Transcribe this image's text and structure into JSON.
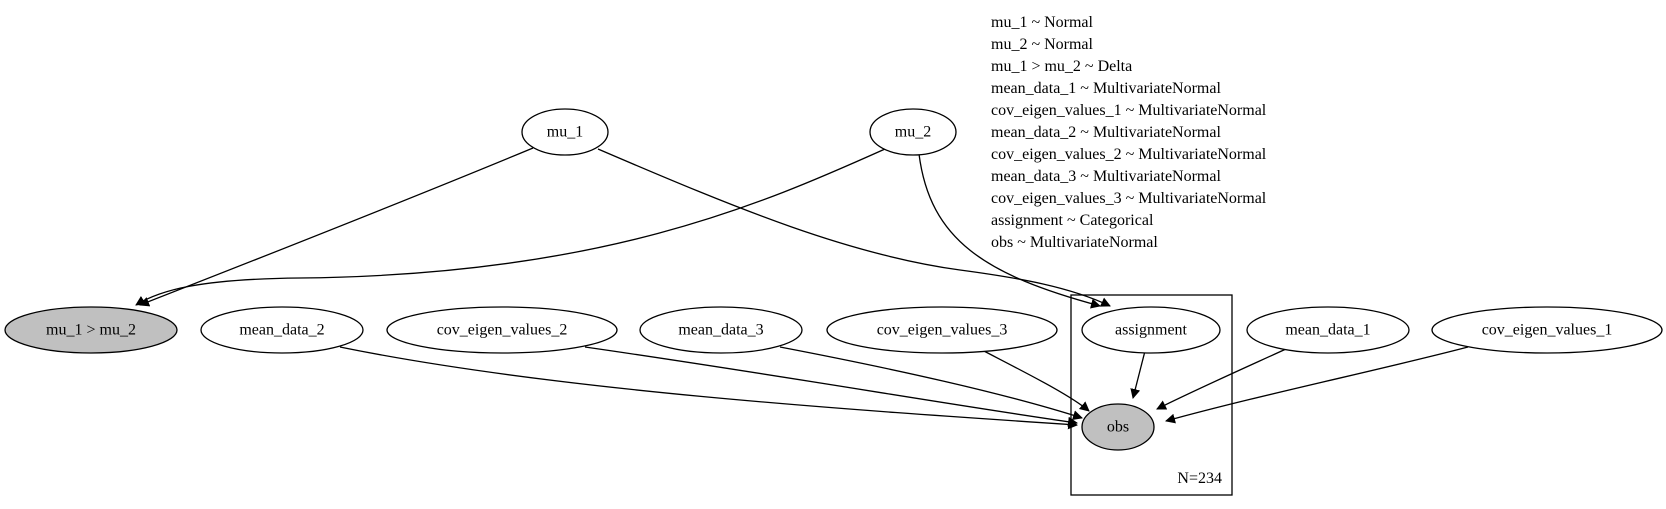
{
  "legend": [
    "mu_1 ~ Normal",
    "mu_2 ~ Normal",
    "mu_1 > mu_2 ~ Delta",
    "mean_data_1 ~ MultivariateNormal",
    "cov_eigen_values_1 ~ MultivariateNormal",
    "mean_data_2 ~ MultivariateNormal",
    "cov_eigen_values_2 ~ MultivariateNormal",
    "mean_data_3 ~ MultivariateNormal",
    "cov_eigen_values_3 ~ MultivariateNormal",
    "assignment ~ Categorical",
    "obs ~ MultivariateNormal"
  ],
  "plate": {
    "label": "N=234"
  },
  "nodes": {
    "mu_1": {
      "label": "mu_1",
      "observed": false
    },
    "mu_2": {
      "label": "mu_2",
      "observed": false
    },
    "mu_gt": {
      "label": "mu_1 > mu_2",
      "observed": true
    },
    "mean_data_2": {
      "label": "mean_data_2",
      "observed": false
    },
    "cov_eigen_values_2": {
      "label": "cov_eigen_values_2",
      "observed": false
    },
    "mean_data_3": {
      "label": "mean_data_3",
      "observed": false
    },
    "cov_eigen_values_3": {
      "label": "cov_eigen_values_3",
      "observed": false
    },
    "assignment": {
      "label": "assignment",
      "observed": false
    },
    "mean_data_1": {
      "label": "mean_data_1",
      "observed": false
    },
    "cov_eigen_values_1": {
      "label": "cov_eigen_values_1",
      "observed": false
    },
    "obs": {
      "label": "obs",
      "observed": true
    }
  },
  "colors": {
    "observed_fill": "#c0c0c0",
    "latent_fill": "#ffffff",
    "stroke": "#000000"
  }
}
